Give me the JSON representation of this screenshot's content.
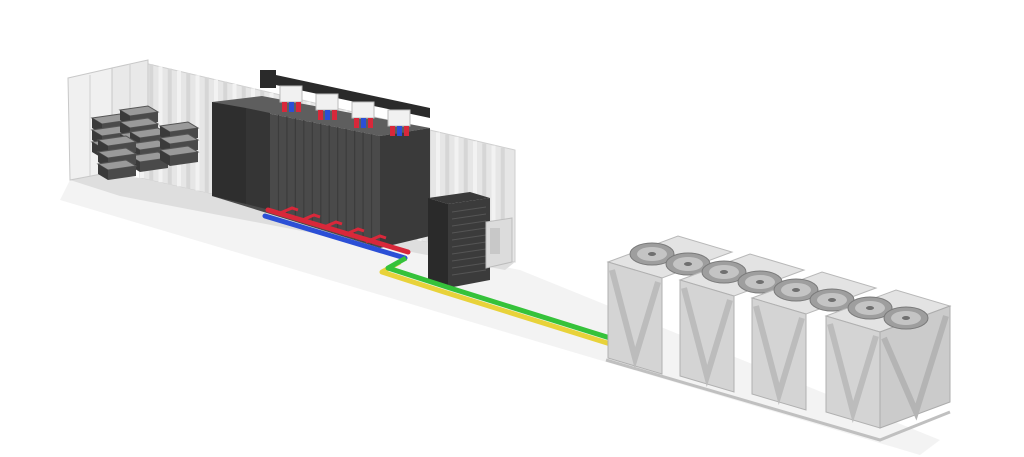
{
  "scene": {
    "subject": "containerized-data-center-with-dry-cooler",
    "background": "#ffffff",
    "colors": {
      "container_wall": "#e4e4e4",
      "container_wall_shade": "#cfcfcf",
      "floor": "#ececec",
      "rack": "#4b4b4b",
      "rack_dark": "#2f2f2f",
      "pipe_supply": "#d8283a",
      "pipe_return": "#2b4fd6",
      "pipe_green": "#35c23a",
      "pipe_yellow": "#e8d23a",
      "cooler_frame": "#d9d9d9",
      "cooler_frame_shade": "#bdbdbd",
      "fan": "#a9a9a9"
    },
    "objects": {
      "open-doors-icon": "container-doors",
      "crates-icon": "stacked-battery-crates",
      "rack-row-icon": "server-rack-row",
      "cdu-icon": "coolant-distribution-unit",
      "manifold-icon": "overhead-coolant-manifold",
      "pipe-icon": "coolant-pipe",
      "dry-cooler-icon": "dry-cooler-module",
      "fan-icon": "cooler-fan"
    },
    "counts": {
      "cooler_modules": 4,
      "fans_per_module": 2,
      "manifold_valves": 4
    }
  }
}
